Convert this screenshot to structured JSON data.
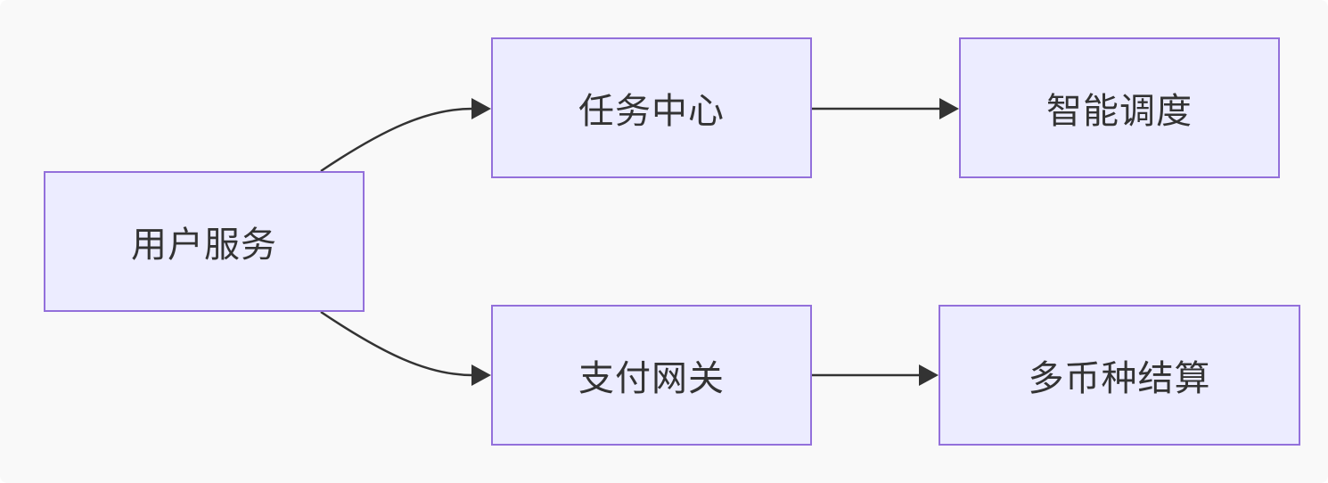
{
  "diagram": {
    "nodes": {
      "user_service": "用户服务",
      "task_center": "任务中心",
      "smart_scheduling": "智能调度",
      "payment_gateway": "支付网关",
      "multi_currency_settlement": "多币种结算"
    },
    "edges": [
      {
        "from": "user_service",
        "to": "task_center"
      },
      {
        "from": "user_service",
        "to": "payment_gateway"
      },
      {
        "from": "task_center",
        "to": "smart_scheduling"
      },
      {
        "from": "payment_gateway",
        "to": "multi_currency_settlement"
      }
    ],
    "colors": {
      "background": "#f9f9f9",
      "node_fill": "#ececff",
      "node_border": "#9370db",
      "edge": "#333333",
      "text": "#333333"
    }
  }
}
